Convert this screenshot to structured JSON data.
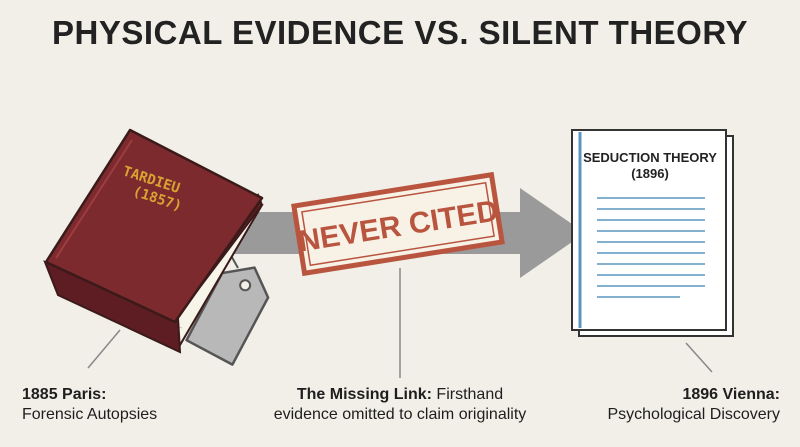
{
  "title": "PHYSICAL EVIDENCE VS. SILENT THEORY",
  "book": {
    "author": "TARDIEU",
    "year": "(1857)",
    "color": "#7d2a2e"
  },
  "stamp": {
    "text": "NEVER CITED",
    "color": "#b9553f"
  },
  "document": {
    "title": "SEDUCTION THEORY",
    "year": "(1896)",
    "line_color": "#5b95bf"
  },
  "labels": {
    "left": {
      "bold": "1885 Paris:",
      "text": "Forensic Autopsies"
    },
    "middle": {
      "bold": "The Missing Link:",
      "text_a": " Firsthand",
      "text_b": "evidence omitted to claim originality"
    },
    "right": {
      "bold": "1896 Vienna:",
      "text": "Psychological Discovery"
    }
  },
  "icons": [
    "book-icon",
    "tag-icon",
    "arrow-icon",
    "document-icon"
  ]
}
